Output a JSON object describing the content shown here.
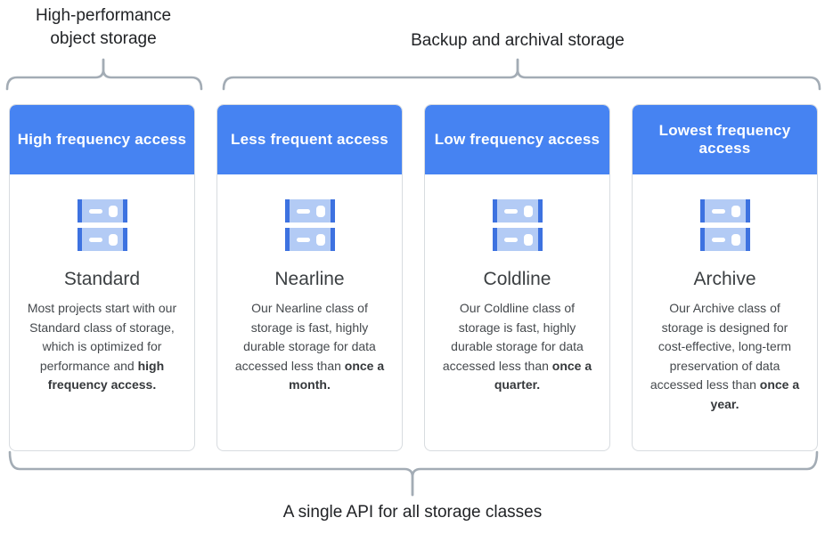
{
  "theme": {
    "accent_blue": "#4683F2",
    "icon_body": "#B3CBF5",
    "icon_cap": "#3D72E0",
    "icon_detail": "#FFFFFF",
    "brace": "#A3ACB5",
    "text_dark": "#212326",
    "text_body": "#45494D",
    "title_color": "#3C4043",
    "card_border": "#D8DCE0"
  },
  "groups": {
    "left_label_line1": "High-performance",
    "left_label_line2": "object storage",
    "right_label": "Backup and archival storage",
    "bottom_label": "A single API for all storage classes"
  },
  "icon": {
    "name": "storage-icon"
  },
  "cards": [
    {
      "header": "High frequency access",
      "title": "Standard",
      "description": "Most projects start with our Standard class of storage, which is optimized for performance and ",
      "bold_phrase": "high frequency access."
    },
    {
      "header": "Less frequent access",
      "title": "Nearline",
      "description": "Our Nearline class of storage is fast, highly durable storage for data accessed less than ",
      "bold_phrase": "once a month."
    },
    {
      "header": "Low frequency access",
      "title": "Coldline",
      "description": "Our Coldline class of storage is fast, highly durable storage for data accessed less than ",
      "bold_phrase": "once a quarter."
    },
    {
      "header": "Lowest frequency access",
      "title": "Archive",
      "description": "Our Archive class of storage is designed for cost-effective, long-term preservation of data accessed less than ",
      "bold_phrase": "once a year."
    }
  ]
}
